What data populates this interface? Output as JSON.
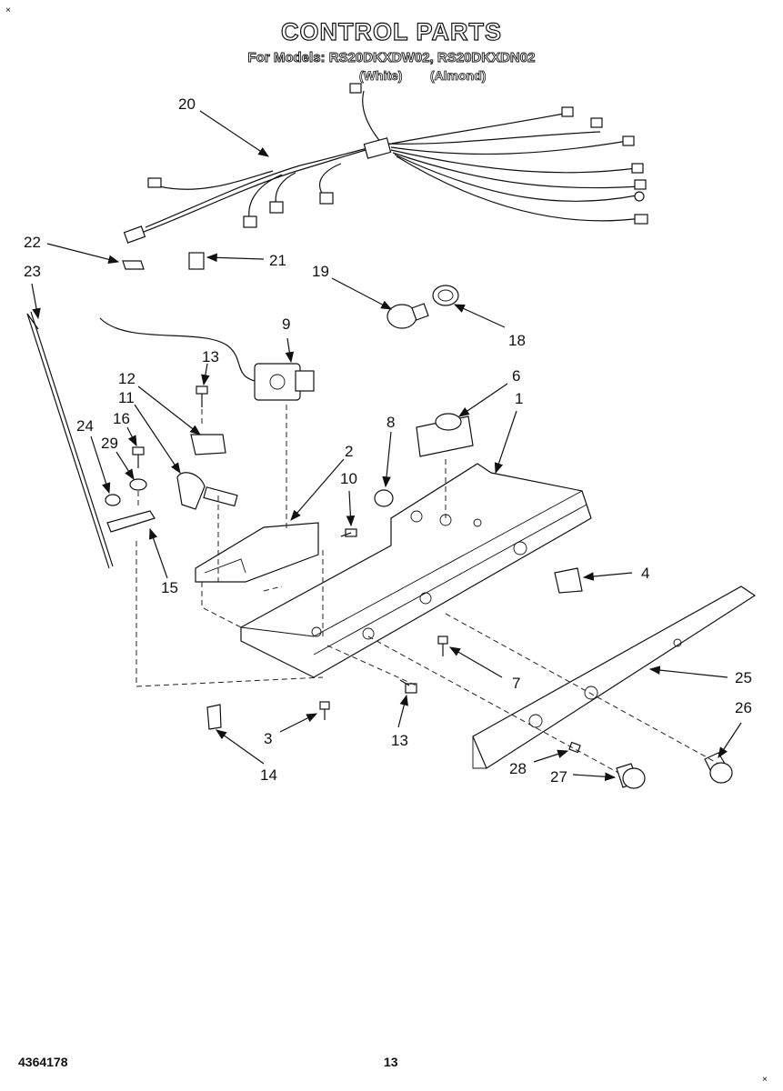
{
  "header": {
    "title": "CONTROL PARTS",
    "models_line": "For Models: RS20DKXDW02, RS20DKXDN02",
    "color_white": "(White)",
    "color_almond": "(Almond)"
  },
  "footer": {
    "doc_number": "4364178",
    "page_number": "13"
  },
  "corner_marks": {
    "top_left": "×",
    "bottom_right": "×"
  },
  "callouts": [
    {
      "id": "callout-20",
      "text": "20"
    },
    {
      "id": "callout-22",
      "text": "22"
    },
    {
      "id": "callout-21",
      "text": "21"
    },
    {
      "id": "callout-23",
      "text": "23"
    },
    {
      "id": "callout-19",
      "text": "19"
    },
    {
      "id": "callout-18",
      "text": "18"
    },
    {
      "id": "callout-9",
      "text": "9"
    },
    {
      "id": "callout-13a",
      "text": "13"
    },
    {
      "id": "callout-12",
      "text": "12"
    },
    {
      "id": "callout-11",
      "text": "11"
    },
    {
      "id": "callout-6",
      "text": "6"
    },
    {
      "id": "callout-1",
      "text": "1"
    },
    {
      "id": "callout-16",
      "text": "16"
    },
    {
      "id": "callout-24",
      "text": "24"
    },
    {
      "id": "callout-29",
      "text": "29"
    },
    {
      "id": "callout-8",
      "text": "8"
    },
    {
      "id": "callout-2",
      "text": "2"
    },
    {
      "id": "callout-10",
      "text": "10"
    },
    {
      "id": "callout-15",
      "text": "15"
    },
    {
      "id": "callout-4",
      "text": "4"
    },
    {
      "id": "callout-7",
      "text": "7"
    },
    {
      "id": "callout-25",
      "text": "25"
    },
    {
      "id": "callout-3",
      "text": "3"
    },
    {
      "id": "callout-13b",
      "text": "13"
    },
    {
      "id": "callout-26",
      "text": "26"
    },
    {
      "id": "callout-14",
      "text": "14"
    },
    {
      "id": "callout-28",
      "text": "28"
    },
    {
      "id": "callout-27",
      "text": "27"
    }
  ]
}
